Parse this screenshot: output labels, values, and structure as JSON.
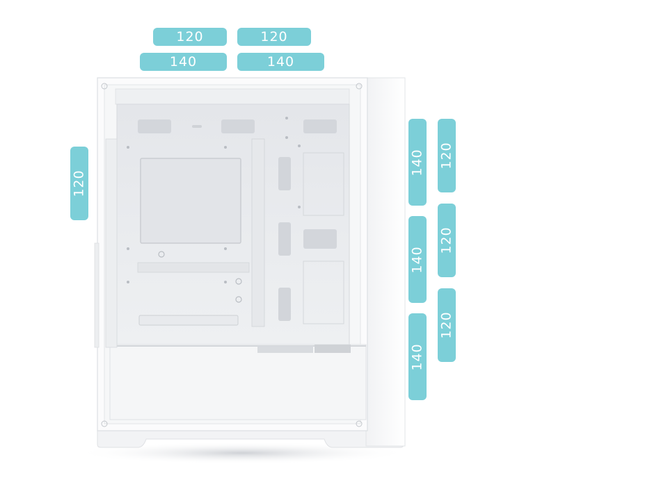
{
  "colors": {
    "badge": "#7ccfd8",
    "case_body": "#f4f5f7",
    "case_frame": "#ffffff",
    "interior": "#e9ebee"
  },
  "icons": {
    "case": "pc-case-illustration"
  },
  "fan_support": {
    "top": [
      {
        "size": "120"
      },
      {
        "size": "120"
      },
      {
        "size": "140"
      },
      {
        "size": "140"
      }
    ],
    "rear": [
      {
        "size": "120"
      }
    ],
    "front_140": [
      {
        "size": "140"
      },
      {
        "size": "140"
      },
      {
        "size": "140"
      }
    ],
    "front_120": [
      {
        "size": "120"
      },
      {
        "size": "120"
      },
      {
        "size": "120"
      }
    ]
  }
}
